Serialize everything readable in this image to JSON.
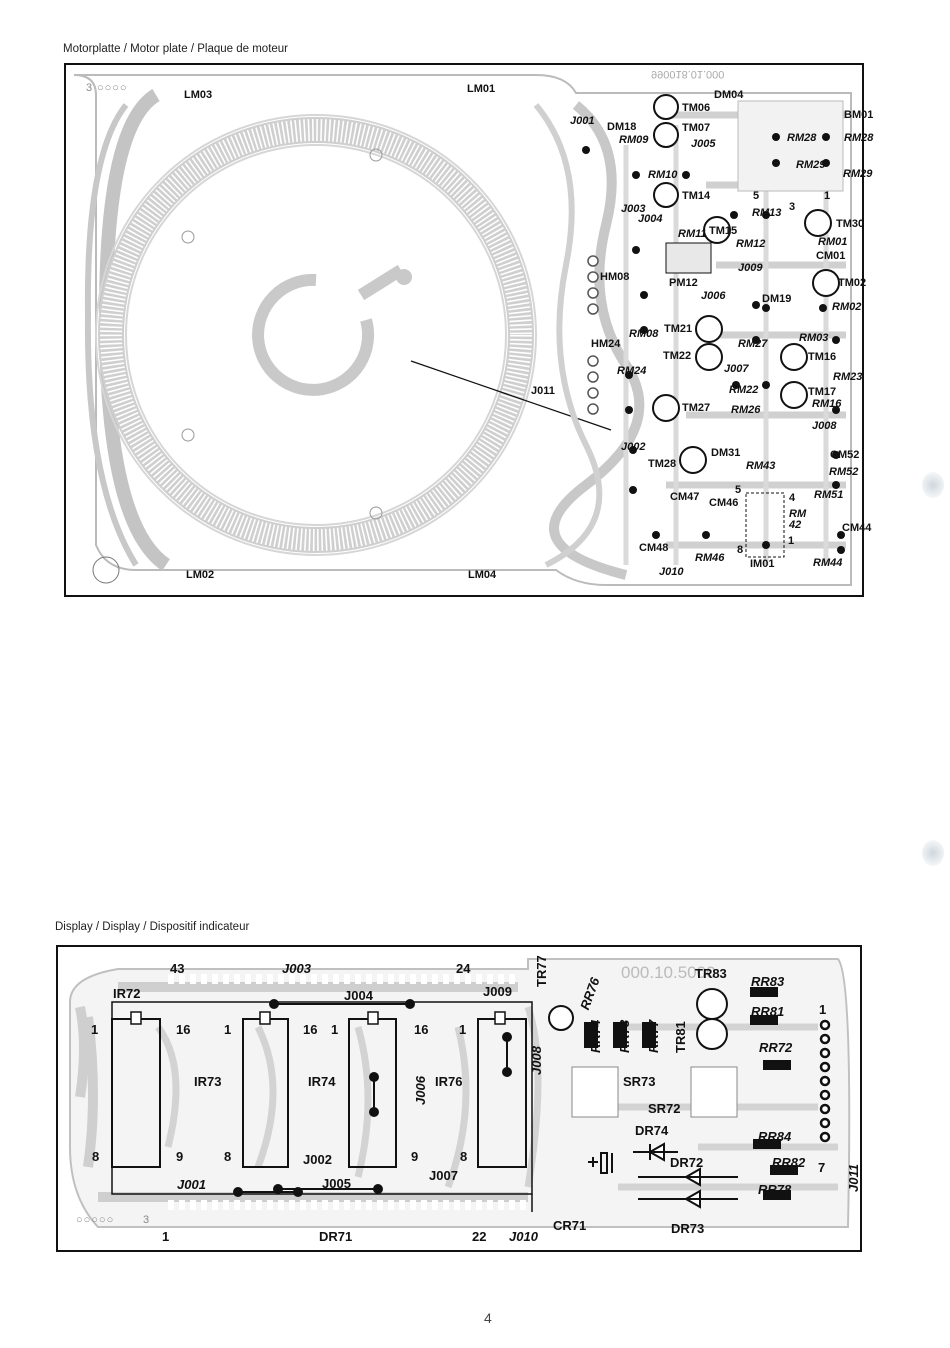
{
  "motor_section": {
    "caption": "Motorplatte / Motor plate / Plaque de moteur",
    "board_code": "990018.01.000",
    "corner_tag": "3",
    "labels": {
      "LM03": "LM03",
      "LM01": "LM01",
      "LM02": "LM02",
      "LM04": "LM04",
      "DM04": "DM04",
      "BM01": "BM01",
      "TM06": "TM06",
      "TM07": "TM07",
      "J001": "J001",
      "DM18": "DM18",
      "RM09": "RM09",
      "J005": "J005",
      "RM28a": "RM28",
      "RM28b": "RM28",
      "RM29a": "RM29",
      "RM29b": "RM29",
      "RM10": "RM10",
      "TM14": "TM14",
      "pin5": "5",
      "pin3": "3",
      "pin1": "1",
      "J003": "J003",
      "RM13": "RM13",
      "J004": "J004",
      "TM30": "TM30",
      "RM11": "RM11",
      "TM15": "TM15",
      "RM12": "RM12",
      "RM01": "RM01",
      "CM01": "CM01",
      "J009": "J009",
      "HM08": "HM08",
      "PM12": "PM12",
      "TM02": "TM02",
      "J006": "J006",
      "DM19": "DM19",
      "RM02": "RM02",
      "RM08": "RM08",
      "TM21": "TM21",
      "RM27": "RM27",
      "RM03": "RM03",
      "HM24": "HM24",
      "TM22": "TM22",
      "TM16": "TM16",
      "RM24": "RM24",
      "J007": "J007",
      "RM23": "RM23",
      "J011": "J011",
      "RM22": "RM22",
      "TM17": "TM17",
      "TM27": "TM27",
      "RM26": "RM26",
      "RM16": "RM16",
      "J008": "J008",
      "J002": "J002",
      "DM31": "DM31",
      "CM52": "CM52",
      "TM28": "TM28",
      "RM43": "RM43",
      "RM52": "RM52",
      "CM47": "CM47",
      "CM46": "CM46",
      "pin5b": "5",
      "pin4": "4",
      "RM51": "RM51",
      "RM42": "RM\n42",
      "CM44": "CM44",
      "CM48": "CM48",
      "pin8": "8",
      "pin1b": "1",
      "RM46": "RM46",
      "IM01": "IM01",
      "RM44": "RM44",
      "J010": "J010"
    }
  },
  "display_section": {
    "caption": "Display / Display / Dispositif indicateur",
    "board_code": "000.10.5000",
    "corner_tag": "3",
    "labels": {
      "n43": "43",
      "J003": "J003",
      "n24": "24",
      "TR77": "TR77",
      "RR76": "RR76",
      "TR83": "TR83",
      "IR72": "IR72",
      "J004": "J004",
      "J009": "J009",
      "RR83": "RR83",
      "n1a": "1",
      "n16a": "16",
      "n1b": "1",
      "n16b": "16",
      "n1c": "1",
      "n16c": "16",
      "n1d": "1",
      "RR74": "RR74",
      "RR73": "RR73",
      "RR77": "RR77",
      "TR81": "TR81",
      "RR81": "RR81",
      "n1e": "1",
      "J008": "J008",
      "IR73": "IR73",
      "IR74": "IR74",
      "J006": "J006",
      "IR76": "IR76",
      "SR73": "SR73",
      "RR72": "RR72",
      "SR72": "SR72",
      "DR74": "DR74",
      "RR84": "RR84",
      "n8a": "8",
      "n9a": "9",
      "n8b": "8",
      "J002": "J002",
      "n9b": "9",
      "n8c": "8",
      "DR72": "DR72",
      "RR82": "RR82",
      "n7": "7",
      "J001": "J001",
      "J005": "J005",
      "J007": "J007",
      "J011": "J011",
      "RR78": "RR78",
      "n1f": "1",
      "DR71": "DR71",
      "n22": "22",
      "J010": "J010",
      "CR71": "CR71",
      "DR73": "DR73"
    }
  },
  "page_number": "4"
}
